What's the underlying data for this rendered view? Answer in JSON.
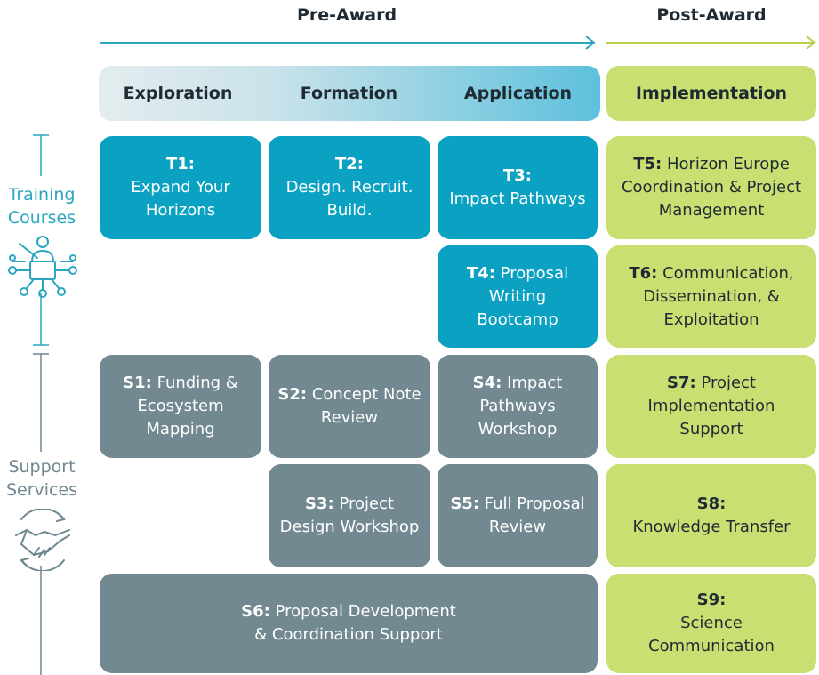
{
  "header": {
    "pre_award": "Pre-Award",
    "post_award": "Post-Award"
  },
  "phases": {
    "exploration": "Exploration",
    "formation": "Formation",
    "application": "Application",
    "implementation": "Implementation"
  },
  "side": {
    "training": "Training\nCourses",
    "support": "Support\nServices"
  },
  "boxes": {
    "t1": {
      "code": "T1:",
      "text": "Expand Your Horizons"
    },
    "t2": {
      "code": "T2:",
      "text": "Design. Recruit. Build."
    },
    "t3": {
      "code": "T3:",
      "text": "Impact Pathways"
    },
    "t4": {
      "code": "T4:",
      "text": "Proposal Writing Bootcamp"
    },
    "t5": {
      "code": "T5:",
      "text": "Horizon Europe Coordination & Project Management"
    },
    "t6": {
      "code": "T6:",
      "text": "Communication, Dissemination, & Exploitation"
    },
    "s1": {
      "code": "S1:",
      "text": "Funding & Ecosystem Mapping"
    },
    "s2": {
      "code": "S2:",
      "text": "Concept Note Review"
    },
    "s3": {
      "code": "S3:",
      "text": "Project Design Workshop"
    },
    "s4": {
      "code": "S4:",
      "text": "Impact Pathways Workshop"
    },
    "s5": {
      "code": "S5:",
      "text": "Full Proposal Review"
    },
    "s6": {
      "code": "S6:",
      "text": "Proposal Development & Coordination Support"
    },
    "s7": {
      "code": "S7:",
      "text": "Project Implementation Support"
    },
    "s8": {
      "code": "S8:",
      "text": "Knowledge Transfer"
    },
    "s9": {
      "code": "S9:",
      "text": "Science Communication"
    }
  },
  "colors": {
    "training": "#0aa1c2",
    "support": "#738992",
    "post_award": "#c9df72",
    "pre_arrow": "#2ba6c1",
    "post_arrow": "#b5d24a"
  },
  "icons": [
    "training-presenter-icon",
    "handshake-icon"
  ]
}
